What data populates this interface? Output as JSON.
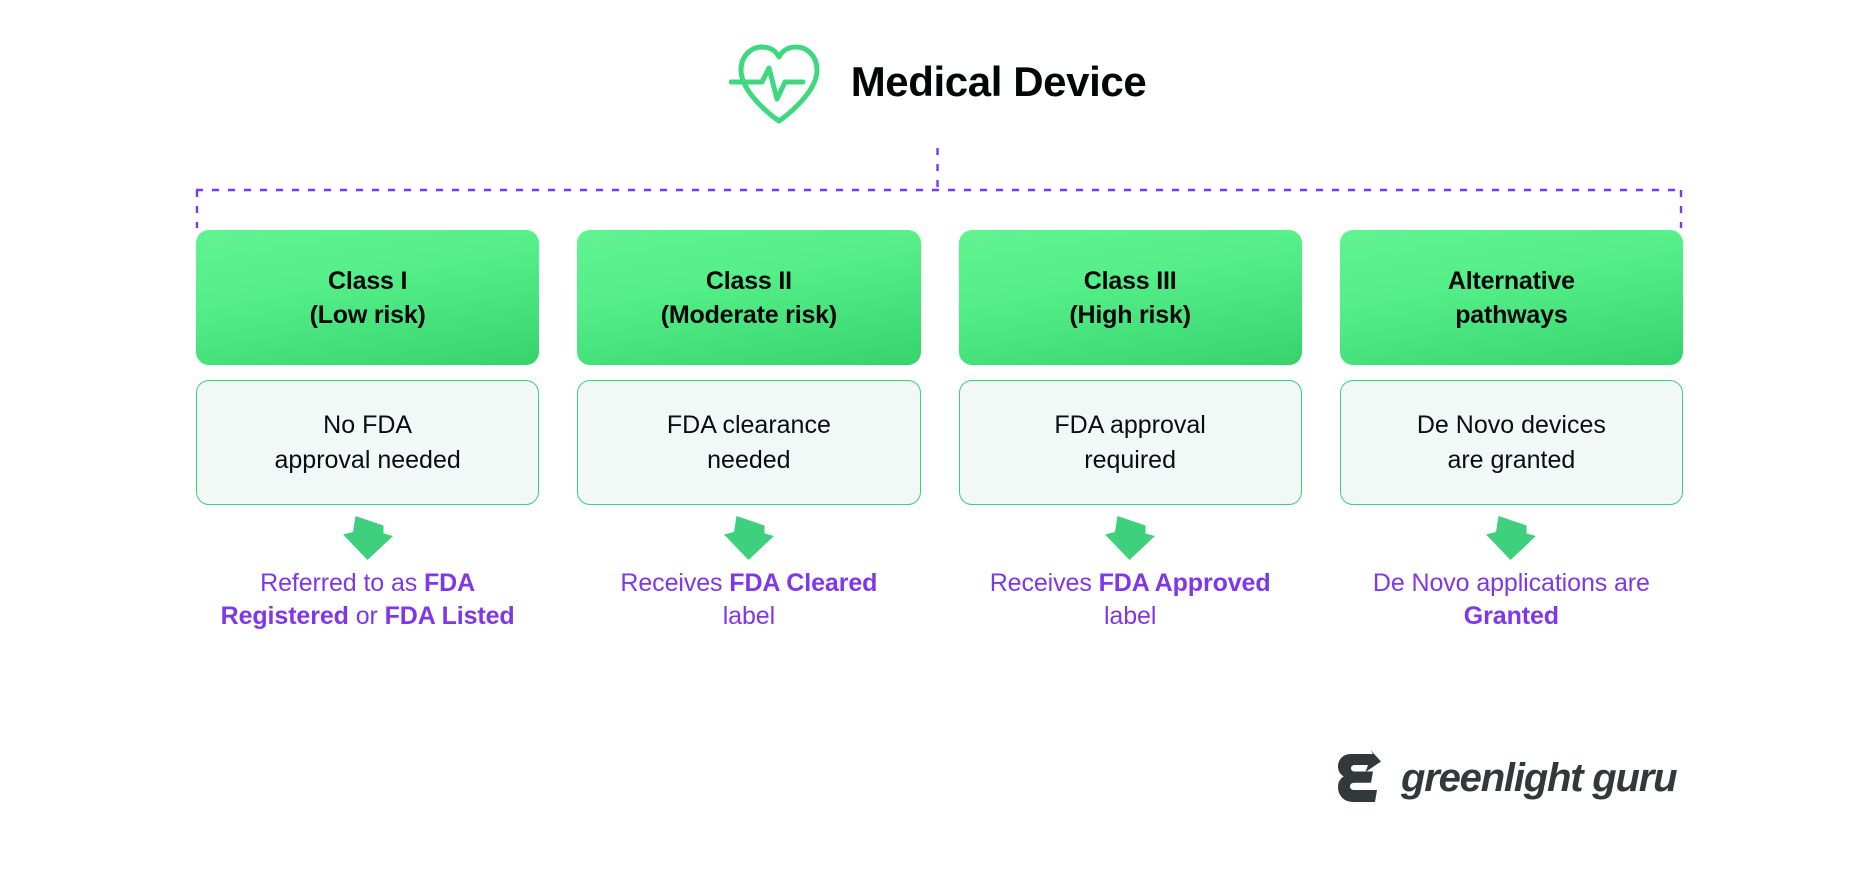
{
  "header": {
    "title": "Medical Device",
    "icon": "heart-pulse-icon"
  },
  "connectors": {
    "color": "#7f37ea",
    "style": "dashed"
  },
  "colors": {
    "green_light": "#60f391",
    "green_dark": "#36d36d",
    "green_border": "#3ed07c",
    "box_fill": "#f2f8f5",
    "purple": "#7f37ea",
    "text_dark": "#050608",
    "logo": "#32393a"
  },
  "columns": [
    {
      "class_name": "Class I",
      "risk_level": "(Low risk)",
      "requirement_line1": "No FDA",
      "requirement_line2": "approval needed",
      "arrow_icon": "down-arrow-icon",
      "outcome_html": "Referred to as <b>FDA Registered</b> or <b>FDA Listed</b>",
      "outcome_text": "Referred to as FDA Registered or FDA Listed"
    },
    {
      "class_name": "Class II",
      "risk_level": "(Moderate risk)",
      "requirement_line1": "FDA clearance",
      "requirement_line2": "needed",
      "arrow_icon": "down-arrow-icon",
      "outcome_html": "Receives <b>FDA Cleared</b> label",
      "outcome_text": "Receives FDA Cleared label"
    },
    {
      "class_name": "Class III",
      "risk_level": "(High risk)",
      "requirement_line1": "FDA approval",
      "requirement_line2": "required",
      "arrow_icon": "down-arrow-icon",
      "outcome_html": "Receives <b>FDA Approved</b> label",
      "outcome_text": "Receives FDA Approved label"
    },
    {
      "class_name": "Alternative",
      "risk_level": "pathways",
      "requirement_line1": "De Novo devices",
      "requirement_line2": "are granted",
      "arrow_icon": "down-arrow-icon",
      "outcome_html": "De Novo applications are <b>Granted</b>",
      "outcome_text": "De Novo applications are Granted"
    }
  ],
  "logo": {
    "text": "greenlight guru",
    "mark": "greenlight-g-mark-icon"
  }
}
